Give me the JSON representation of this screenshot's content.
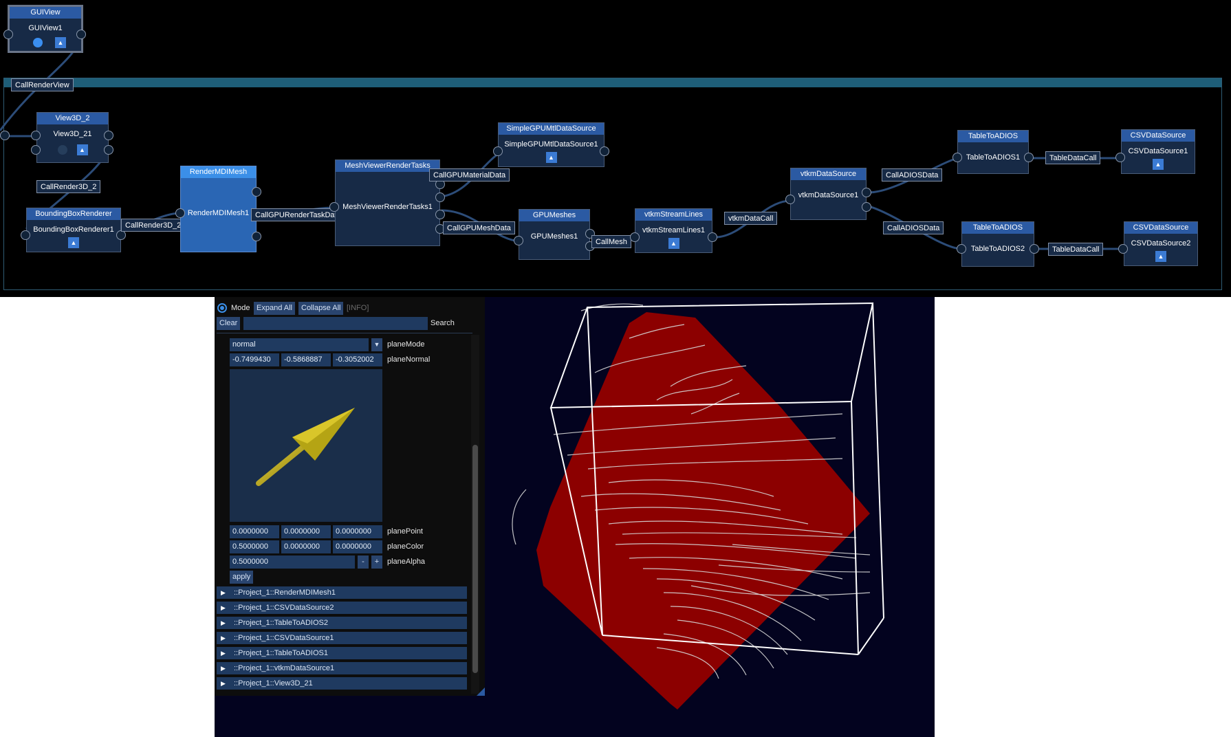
{
  "graph": {
    "group_label": "CallRenderView",
    "modules": [
      {
        "id": "guiview",
        "type": "GUIView",
        "instance": "GUIView1"
      },
      {
        "id": "view3d",
        "type": "View3D_2",
        "instance": "View3D_21"
      },
      {
        "id": "bbox",
        "type": "BoundingBoxRenderer",
        "instance": "BoundingBoxRenderer1"
      },
      {
        "id": "rendermdi",
        "type": "RenderMDIMesh",
        "instance": "RenderMDIMesh1"
      },
      {
        "id": "meshviewer",
        "type": "MeshViewerRenderTasks",
        "instance": "MeshViewerRenderTasks1"
      },
      {
        "id": "simplegpu",
        "type": "SimpleGPUMtlDataSource",
        "instance": "SimpleGPUMtlDataSource1"
      },
      {
        "id": "gpumeshes",
        "type": "GPUMeshes",
        "instance": "GPUMeshes1"
      },
      {
        "id": "vtkmstream",
        "type": "vtkmStreamLines",
        "instance": "vtkmStreamLines1"
      },
      {
        "id": "vtkmdata",
        "type": "vtkmDataSource",
        "instance": "vtkmDataSource1"
      },
      {
        "id": "tta1",
        "type": "TableToADIOS",
        "instance": "TableToADIOS1"
      },
      {
        "id": "tta2",
        "type": "TableToADIOS",
        "instance": "TableToADIOS2"
      },
      {
        "id": "csv1",
        "type": "CSVDataSource",
        "instance": "CSVDataSource1"
      },
      {
        "id": "csv2",
        "type": "CSVDataSource",
        "instance": "CSVDataSource2"
      }
    ],
    "calls": {
      "callrender3d_a": "CallRender3D_2",
      "callrender3d_b": "CallRender3D_2",
      "gpurendertask": "CallGPURenderTaskData",
      "gpumaterial": "CallGPUMaterialData",
      "gpumesh": "CallGPUMeshData",
      "callmesh": "CallMesh",
      "vtkmdatacall": "vtkmDataCall",
      "adios1": "CallADIOSData",
      "adios2": "CallADIOSData",
      "tabledata1": "TableDataCall",
      "tabledata2": "TableDataCall"
    },
    "up_glyph": "▲"
  },
  "params": {
    "mode_label": "Mode",
    "expand_all": "Expand All",
    "collapse_all": "Collapse All",
    "info_tag": "[INFO]",
    "clear": "Clear",
    "search_label": "Search",
    "search_value": "",
    "plane_mode": {
      "value": "normal",
      "label": "planeMode"
    },
    "plane_normal": {
      "values": [
        "-0.7499430",
        "-0.5868887",
        "-0.3052002"
      ],
      "label": "planeNormal"
    },
    "plane_point": {
      "values": [
        "0.0000000",
        "0.0000000",
        "0.0000000"
      ],
      "label": "planePoint"
    },
    "plane_color": {
      "values": [
        "0.5000000",
        "0.0000000",
        "0.0000000"
      ],
      "label": "planeColor"
    },
    "plane_alpha": {
      "value": "0.5000000",
      "label": "planeAlpha",
      "minus": "-",
      "plus": "+"
    },
    "apply": "apply",
    "tree": [
      "::Project_1::RenderMDIMesh1",
      "::Project_1::CSVDataSource2",
      "::Project_1::TableToADIOS2",
      "::Project_1::CSVDataSource1",
      "::Project_1::TableToADIOS1",
      "::Project_1::vtkmDataSource1",
      "::Project_1::View3D_21"
    ],
    "tree_arrow": "▶",
    "dropdown_arrow": "▼",
    "arrow_color": "#c8b400"
  },
  "viewport": {
    "background": "#03031f",
    "plane_color": "#8c0000",
    "box_color": "#ffffff"
  }
}
